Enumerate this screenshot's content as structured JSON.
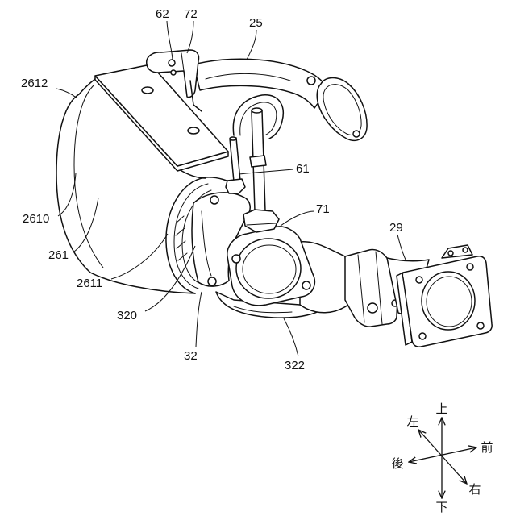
{
  "figure": {
    "reference_numerals": {
      "n62": "62",
      "n72": "72",
      "n25": "25",
      "n2612": "2612",
      "n61": "61",
      "n2610": "2610",
      "n71": "71",
      "n29": "29",
      "n261": "261",
      "n2611": "2611",
      "n320": "320",
      "n32": "32",
      "n322": "322"
    }
  },
  "direction_indicator": {
    "up": "上",
    "down": "下",
    "front": "前",
    "rear": "後",
    "left": "左",
    "right": "右"
  }
}
